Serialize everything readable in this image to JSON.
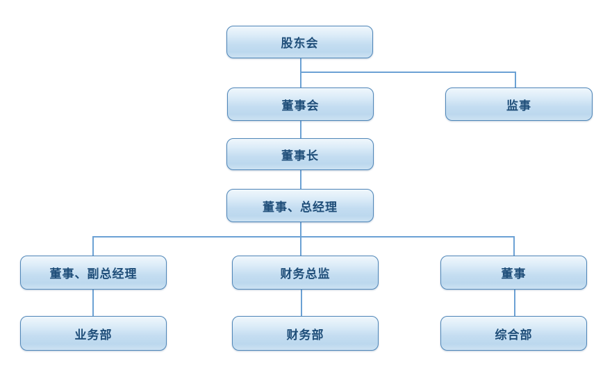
{
  "org_chart": {
    "type": "organization-chart",
    "nodes": {
      "shareholders": {
        "label": "股东会",
        "level": 1
      },
      "board": {
        "label": "董事会",
        "level": 2
      },
      "supervisor": {
        "label": "监事",
        "level": 2
      },
      "chairman": {
        "label": "董事长",
        "level": 3
      },
      "general_manager": {
        "label": "董事、总经理",
        "level": 4
      },
      "deputy_general_manager": {
        "label": "董事、副总经理",
        "level": 5
      },
      "cfo": {
        "label": "财务总监",
        "level": 5
      },
      "director": {
        "label": "董事",
        "level": 5
      },
      "business_dept": {
        "label": "业务部",
        "level": 6
      },
      "finance_dept": {
        "label": "财务部",
        "level": 6
      },
      "general_affairs_dept": {
        "label": "综合部",
        "level": 6
      }
    },
    "edges": [
      {
        "from": "shareholders",
        "to": "board"
      },
      {
        "from": "shareholders",
        "to": "supervisor"
      },
      {
        "from": "board",
        "to": "chairman"
      },
      {
        "from": "chairman",
        "to": "general_manager"
      },
      {
        "from": "general_manager",
        "to": "deputy_general_manager"
      },
      {
        "from": "general_manager",
        "to": "cfo"
      },
      {
        "from": "general_manager",
        "to": "director"
      },
      {
        "from": "deputy_general_manager",
        "to": "business_dept"
      },
      {
        "from": "cfo",
        "to": "finance_dept"
      },
      {
        "from": "director",
        "to": "general_affairs_dept"
      }
    ],
    "colors": {
      "node_border": "#4f86b8",
      "node_fill_top": "#f0f7fc",
      "node_fill_mid": "#c4ddf1",
      "node_fill_bottom": "#cde2f2",
      "node_text": "#1f4e79",
      "connector": "#6ba1d4",
      "background": "#ffffff"
    }
  }
}
